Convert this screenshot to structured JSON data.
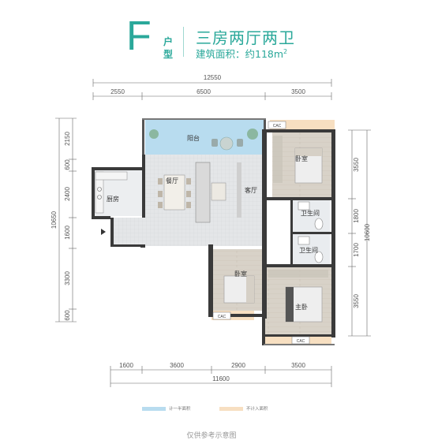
{
  "header": {
    "unit_letter": "F",
    "type_chars": [
      "户",
      "型"
    ],
    "layout_name": "三房两厅两卫",
    "area_label": "建筑面积：约118m",
    "area_superscript": "2"
  },
  "rooms": {
    "balcony": "阳台",
    "kitchen": "厨房",
    "dining": "餐厅",
    "living": "客厅",
    "bedroom_ne": "卧室",
    "bathroom_1": "卫生间",
    "bathroom_2": "卫生间",
    "bedroom_s": "卧室",
    "master_bedroom": "主卧"
  },
  "ac_label": "CAC",
  "dimensions": {
    "top_total": "12550",
    "top_segments": [
      "2550",
      "6500",
      "3500"
    ],
    "left_segments": [
      "2150",
      "600",
      "2400",
      "1600",
      "3300",
      "600"
    ],
    "left_total": "10650",
    "right_segments": [
      "3550",
      "1800",
      "1700",
      "3550"
    ],
    "right_total": "10600",
    "bottom_segments": [
      "1600",
      "3600",
      "2900",
      "3500"
    ],
    "bottom_total": "11600"
  },
  "legend": {
    "item1": "计一半面积",
    "item2": "不计入面积",
    "color1": "#b8dcef",
    "color2": "#f7dfc1"
  },
  "footer": "仅供参考示意图"
}
